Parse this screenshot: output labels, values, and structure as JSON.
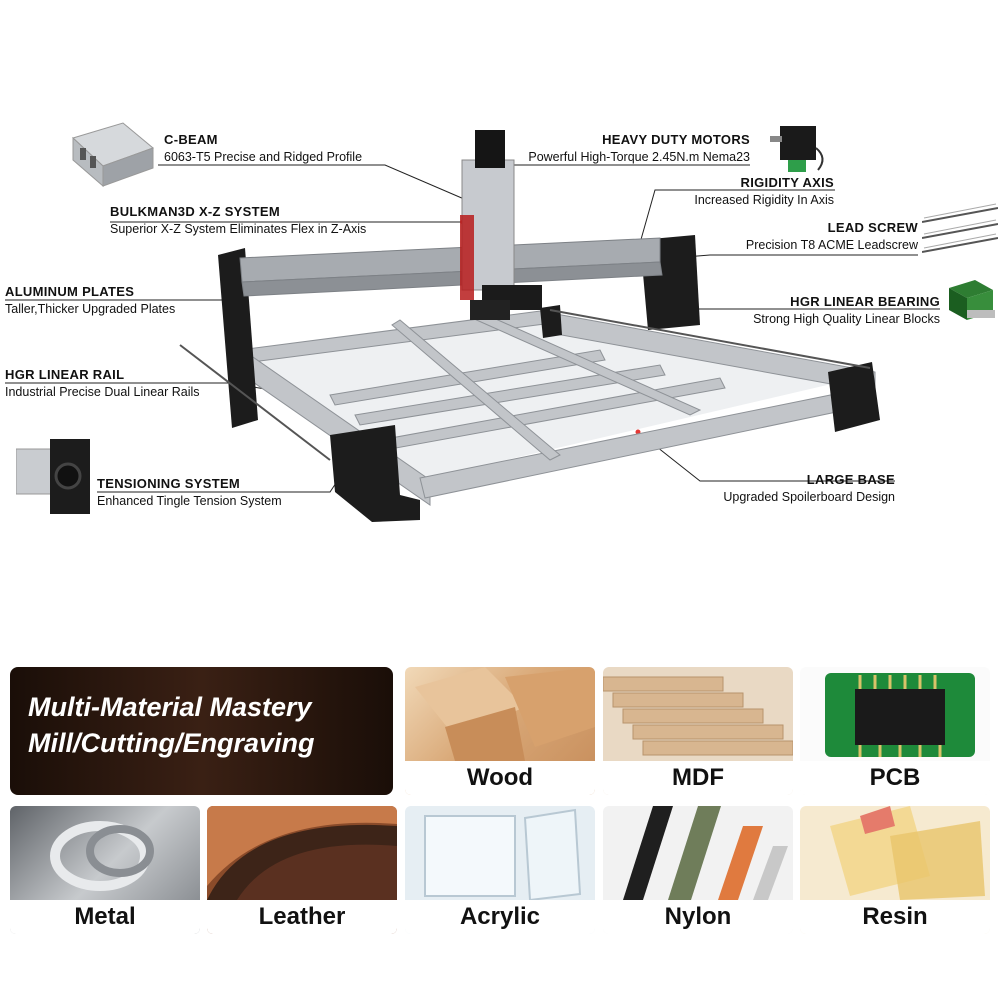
{
  "callouts": {
    "cbeam": {
      "title": "C-BEAM",
      "desc": "6063-T5 Precise and Ridged Profile"
    },
    "xz": {
      "title": "BULKMAN3D X-Z SYSTEM",
      "desc": "Superior X-Z System Eliminates Flex in Z-Axis"
    },
    "plates": {
      "title": "ALUMINUM PLATES",
      "desc": "Taller,Thicker Upgraded Plates"
    },
    "rail": {
      "title": "HGR LINEAR RAIL",
      "desc": "Industrial Precise Dual Linear Rails"
    },
    "tension": {
      "title": "TENSIONING SYSTEM",
      "desc": "Enhanced Tingle Tension System"
    },
    "motors": {
      "title": "HEAVY DUTY MOTORS",
      "desc": "Powerful High-Torque 2.45N.m Nema23"
    },
    "rigidity": {
      "title": "RIGIDITY AXIS",
      "desc": "Increased Rigidity In Axis"
    },
    "leadscrew": {
      "title": "LEAD SCREW",
      "desc": "Precision T8 ACME Leadscrew"
    },
    "bearing": {
      "title": "HGR LINEAR BEARING",
      "desc": "Strong High Quality Linear Blocks"
    },
    "base": {
      "title": "LARGE BASE",
      "desc": "Upgraded Spoilerboard Design"
    }
  },
  "banner": {
    "line1": "Multi-Material Mastery",
    "line2": "Mill/Cutting/Engraving"
  },
  "materials": [
    "Wood",
    "MDF",
    "PCB",
    "Metal",
    "Leather",
    "Acrylic",
    "Nylon",
    "Resin"
  ],
  "colors": {
    "frame": "#b9bcc0",
    "plate": "#1b1b1b",
    "banner_bg": "#2a160d",
    "accent_red": "#c62828",
    "pcb_green": "#1e8a3a"
  }
}
